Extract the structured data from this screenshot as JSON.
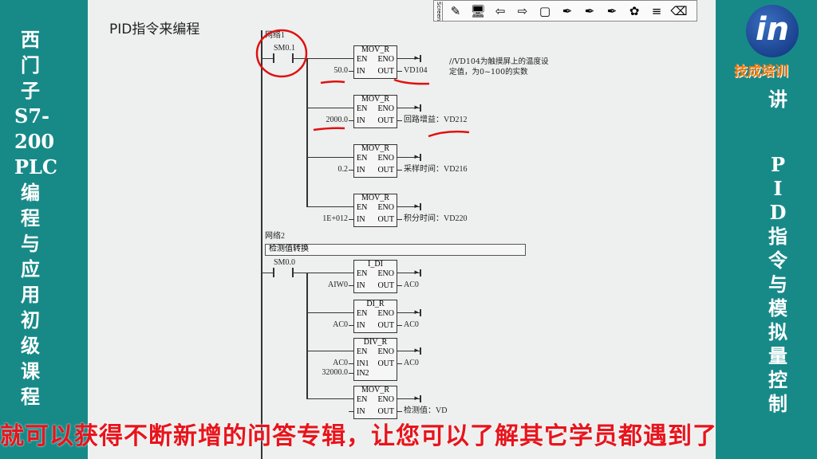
{
  "left_panel": {
    "course_title_vertical": [
      "西",
      "门",
      "子",
      "S7-",
      "200",
      "PLC",
      "编",
      "程",
      "与",
      "应",
      "用",
      "初",
      "级",
      "课",
      "程"
    ]
  },
  "right_panel": {
    "lesson_chars": [
      "讲"
    ],
    "lesson_title_vertical": [
      "P",
      "I",
      "D",
      "指",
      "令",
      "与",
      "模",
      "拟",
      "量",
      "控",
      "制"
    ],
    "logo_text": "技成培训",
    "logo_glyph": "in"
  },
  "slide_title": "PID指令来编程",
  "toolbar": {
    "label": "Screen",
    "buttons": [
      {
        "name": "edit-icon",
        "glyph": "✎"
      },
      {
        "name": "monitor-icon",
        "glyph": "🖥"
      },
      {
        "name": "prev-page-icon",
        "glyph": "⇦"
      },
      {
        "name": "next-page-icon",
        "glyph": "⇨"
      },
      {
        "name": "blank-page-icon",
        "glyph": "▢"
      },
      {
        "name": "red-pen-icon",
        "glyph": "✒"
      },
      {
        "name": "blue-pen-icon",
        "glyph": "✒"
      },
      {
        "name": "black-pen-icon",
        "glyph": "✒"
      },
      {
        "name": "color-picker-icon",
        "glyph": "✿"
      },
      {
        "name": "line-width-icon",
        "glyph": "≡"
      },
      {
        "name": "eraser-icon",
        "glyph": "⌫"
      }
    ]
  },
  "network1": {
    "label": "网络1",
    "contact": "SM0.1",
    "comment": [
      "//VD104为触摸屏上的温度设",
      "定值，为0~100的实数"
    ],
    "blocks": [
      {
        "name": "MOV_R",
        "inputs": [
          {
            "pin": "IN",
            "value": "50.0"
          }
        ],
        "out": "VD104"
      },
      {
        "name": "MOV_R",
        "inputs": [
          {
            "pin": "IN",
            "value": "2000.0"
          }
        ],
        "out": "回路增益：VD212"
      },
      {
        "name": "MOV_R",
        "inputs": [
          {
            "pin": "IN",
            "value": "0.2"
          }
        ],
        "out": "采样时间：VD216"
      },
      {
        "name": "MOV_R",
        "inputs": [
          {
            "pin": "IN",
            "value": "1E+012"
          }
        ],
        "out": "积分时间：VD220"
      }
    ]
  },
  "network2": {
    "label": "网络2",
    "comment": "检测值转换",
    "contact": "SM0.0",
    "blocks": [
      {
        "name": "I_DI",
        "inputs": [
          {
            "pin": "IN",
            "value": "AIW0"
          }
        ],
        "out": "AC0"
      },
      {
        "name": "DI_R",
        "inputs": [
          {
            "pin": "IN",
            "value": "AC0"
          }
        ],
        "out": "AC0"
      },
      {
        "name": "DIV_R",
        "inputs": [
          {
            "pin": "IN1",
            "value": "AC0"
          },
          {
            "pin": "IN2",
            "value": "32000.0"
          }
        ],
        "out": "AC0"
      },
      {
        "name": "MOV_R",
        "inputs": [
          {
            "pin": "IN",
            "value": ""
          }
        ],
        "out": "检测值：VD"
      }
    ]
  },
  "pins": {
    "en": "EN",
    "eno": "ENO",
    "out": "OUT"
  },
  "subtitle": "就可以获得不断新增的问答专辑，让您可以了解其它学员都遇到了"
}
